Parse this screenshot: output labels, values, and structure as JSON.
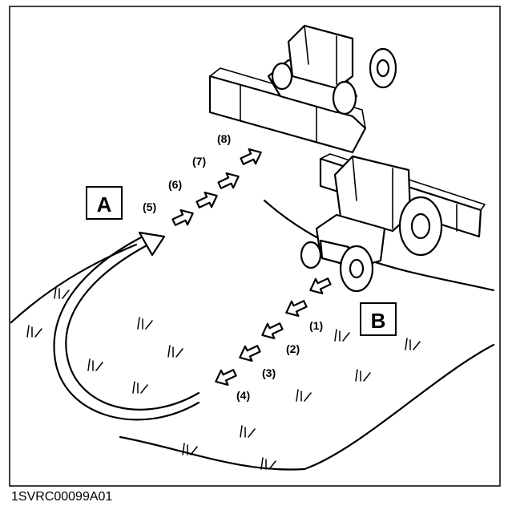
{
  "figure": {
    "label_a": "A",
    "label_b": "B",
    "caption": "1SVRC00099A01",
    "forward_steps": [
      "(5)",
      "(6)",
      "(7)",
      "(8)"
    ],
    "reverse_steps": [
      "(1)",
      "(2)",
      "(3)",
      "(4)"
    ]
  }
}
